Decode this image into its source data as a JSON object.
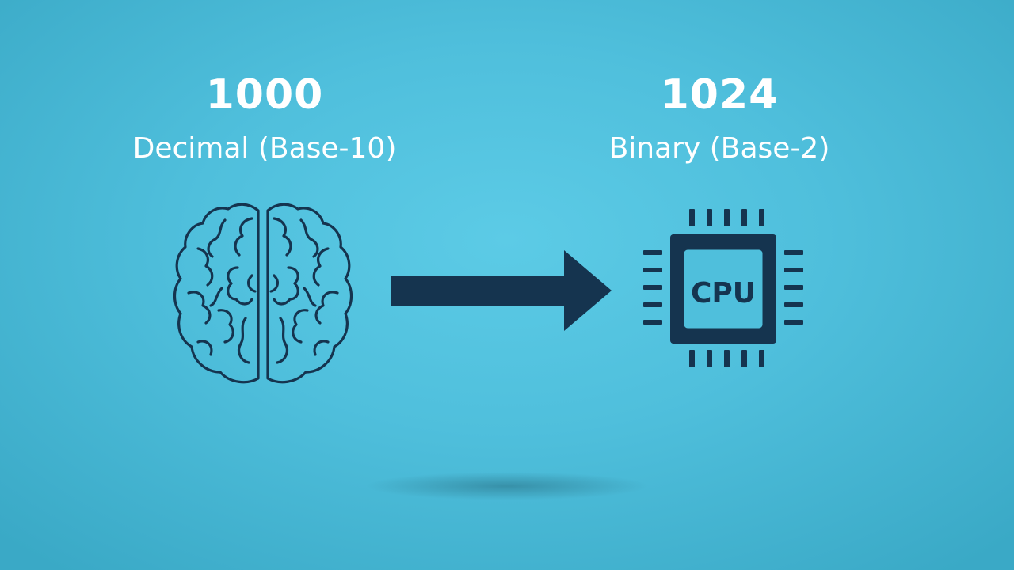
{
  "decimal": {
    "value": "1000",
    "label": "Decimal (Base-10)"
  },
  "binary": {
    "value": "1024",
    "label": "Binary (Base-2)"
  },
  "chip": {
    "text": "CPU"
  },
  "colors": {
    "ink": "#15344f",
    "text": "#ffffff",
    "background": "#4fbfdc"
  },
  "icons": {
    "left": "brain-icon",
    "middle": "arrow-right-icon",
    "right": "cpu-chip-icon"
  }
}
